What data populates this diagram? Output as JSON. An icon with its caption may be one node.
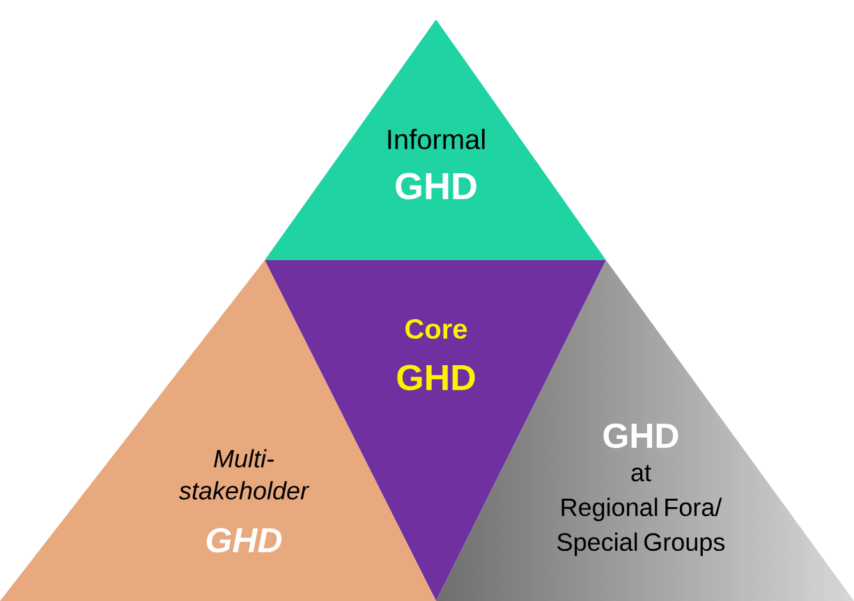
{
  "diagram": {
    "nodes": [
      {
        "text": [
          "Informal",
          "GHD"
        ]
      },
      {
        "text": [
          "Core",
          "GHD"
        ]
      },
      {
        "text": [
          "Multi-stakeholder",
          "GHD"
        ]
      },
      {
        "text": [
          "GHD",
          "at",
          "Regional Fora/ Special Groups"
        ]
      }
    ]
  }
}
